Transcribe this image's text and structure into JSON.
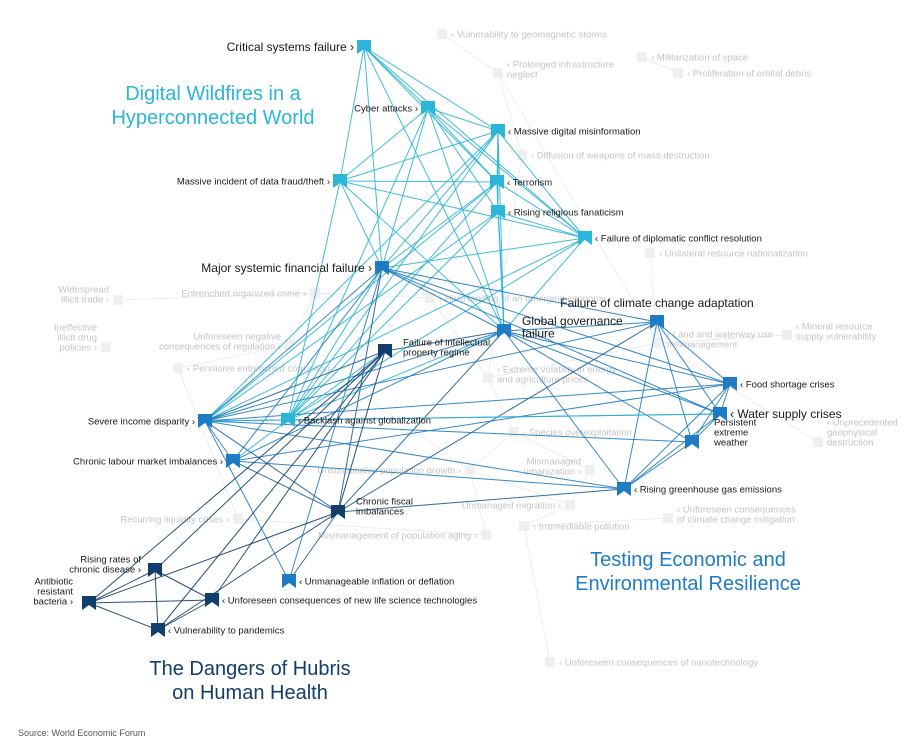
{
  "colors": {
    "digital": "#2bb5d8",
    "economic": "#1f7cc4",
    "health": "#123e6b",
    "faded": "#cfcfcf",
    "faded_text": "#c4c4c4",
    "label": "#1a1a1a"
  },
  "titles": {
    "digital": "Digital Wildfires in a\nHyperconnected World",
    "economic": "Testing Economic and\nEnvironmental Resilience",
    "health": "The Dangers of Hubris\non Human Health"
  },
  "source": "Source: World Economic Forum",
  "nodes": [
    {
      "id": "csf",
      "label": "Critical systems failure",
      "group": "digital",
      "big": true
    },
    {
      "id": "cyb",
      "label": "Cyber attacks",
      "group": "digital"
    },
    {
      "id": "mdm",
      "label": "Massive digital misinformation",
      "group": "digital"
    },
    {
      "id": "fraud",
      "label": "Massive incident of data fraud/theft",
      "group": "digital"
    },
    {
      "id": "terr",
      "label": "Terrorism",
      "group": "digital"
    },
    {
      "id": "relig",
      "label": "Rising religious fanaticism",
      "group": "digital"
    },
    {
      "id": "dipl",
      "label": "Failure of diplomatic conflict resolution",
      "group": "digital"
    },
    {
      "id": "msf",
      "label": "Major systemic financial failure",
      "group": "economic",
      "big": true
    },
    {
      "id": "ggf",
      "label": "Global governance\nfailure",
      "group": "economic",
      "big": true
    },
    {
      "id": "fcca",
      "label": "Failure of climate change adaptation",
      "group": "economic",
      "big": true
    },
    {
      "id": "fip",
      "label": "Failure of intellectual\nproperty regime",
      "group": "health"
    },
    {
      "id": "food",
      "label": "Food shortage crises",
      "group": "economic"
    },
    {
      "id": "water",
      "label": "Water supply crises",
      "group": "economic",
      "big": true
    },
    {
      "id": "pew",
      "label": "Persistent\nextreme\nweather",
      "group": "economic"
    },
    {
      "id": "sid",
      "label": "Severe income disparity",
      "group": "economic"
    },
    {
      "id": "bag",
      "label": "Backlash against globalization",
      "group": "digital"
    },
    {
      "id": "clm",
      "label": "Chronic labour market imbalances",
      "group": "economic"
    },
    {
      "id": "rghg",
      "label": "Rising greenhouse gas emissions",
      "group": "economic"
    },
    {
      "id": "cfi",
      "label": "Chronic fiscal\nimbalances",
      "group": "health"
    },
    {
      "id": "uid",
      "label": "Unmanageable inflation or deflation",
      "group": "economic"
    },
    {
      "id": "rcd",
      "label": "Rising rates of\nchronic disease",
      "group": "health"
    },
    {
      "id": "arb",
      "label": "Antibiotic\nresistant\nbacteria",
      "group": "health"
    },
    {
      "id": "ucl",
      "label": "Unforeseen consequences of new life science technologies",
      "group": "health"
    },
    {
      "id": "vtp",
      "label": "Vulnerability to pandemics",
      "group": "health"
    }
  ],
  "faded_nodes": [
    {
      "label": "Vulnerability to geomagnetic storms"
    },
    {
      "label": "Militarization of space"
    },
    {
      "label": "Proliferation of orbital debris"
    },
    {
      "label": "Prolonged infrastructure\nneglect"
    },
    {
      "label": "Diffusion of weapons of mass destruction"
    },
    {
      "label": "Unilateral resource nationalization"
    },
    {
      "label": "Widespread\nillicit trade"
    },
    {
      "label": "Entrenched organized crime"
    },
    {
      "label": "Ineffective\nillicit drug\npolicies"
    },
    {
      "label": "Unforeseen negative\nconsequences of regulation"
    },
    {
      "label": "Pervasive entrenched corruption"
    },
    {
      "label": "Mineral resource\nsupply vulnerability"
    },
    {
      "label": "Land and waterway use\nmismanagement"
    },
    {
      "label": "Extreme volatility in energy\nand agriculture prices"
    },
    {
      "label": "Unprecedented\ngeophysical\ndestruction"
    },
    {
      "label": "Species overexploitation"
    },
    {
      "label": "Unsustainable population growth"
    },
    {
      "label": "Mismanaged\nurbanization"
    },
    {
      "label": "Unmanaged migration"
    },
    {
      "label": "Irremediable pollution"
    },
    {
      "label": "Recurring liquidity crises"
    },
    {
      "label": "Unforeseen consequences\nof climate change mitigation"
    },
    {
      "label": "Mismanagement of population aging"
    },
    {
      "label": "Unforeseen consequences of nanotechnology"
    },
    {
      "label": "Hard landing of an emerging economy"
    }
  ],
  "edges": [
    [
      "csf",
      "cyb"
    ],
    [
      "csf",
      "mdm"
    ],
    [
      "csf",
      "fraud"
    ],
    [
      "csf",
      "terr"
    ],
    [
      "csf",
      "dipl"
    ],
    [
      "csf",
      "ggf"
    ],
    [
      "csf",
      "msf"
    ],
    [
      "cyb",
      "mdm"
    ],
    [
      "cyb",
      "fraud"
    ],
    [
      "cyb",
      "terr"
    ],
    [
      "cyb",
      "relig"
    ],
    [
      "cyb",
      "dipl"
    ],
    [
      "cyb",
      "msf"
    ],
    [
      "cyb",
      "ggf"
    ],
    [
      "cyb",
      "bag"
    ],
    [
      "mdm",
      "fraud"
    ],
    [
      "mdm",
      "terr"
    ],
    [
      "mdm",
      "relig"
    ],
    [
      "mdm",
      "dipl"
    ],
    [
      "mdm",
      "msf"
    ],
    [
      "mdm",
      "ggf"
    ],
    [
      "mdm",
      "bag"
    ],
    [
      "mdm",
      "sid"
    ],
    [
      "fraud",
      "terr"
    ],
    [
      "fraud",
      "dipl"
    ],
    [
      "fraud",
      "msf"
    ],
    [
      "fraud",
      "ggf"
    ],
    [
      "fraud",
      "bag"
    ],
    [
      "terr",
      "relig"
    ],
    [
      "terr",
      "dipl"
    ],
    [
      "terr",
      "msf"
    ],
    [
      "terr",
      "ggf"
    ],
    [
      "terr",
      "bag"
    ],
    [
      "terr",
      "sid"
    ],
    [
      "relig",
      "dipl"
    ],
    [
      "relig",
      "ggf"
    ],
    [
      "relig",
      "bag"
    ],
    [
      "relig",
      "sid"
    ],
    [
      "dipl",
      "msf"
    ],
    [
      "dipl",
      "ggf"
    ],
    [
      "dipl",
      "bag"
    ],
    [
      "dipl",
      "sid"
    ],
    [
      "msf",
      "ggf"
    ],
    [
      "msf",
      "sid"
    ],
    [
      "msf",
      "bag"
    ],
    [
      "msf",
      "clm"
    ],
    [
      "msf",
      "cfi"
    ],
    [
      "msf",
      "uid"
    ],
    [
      "msf",
      "food"
    ],
    [
      "msf",
      "water"
    ],
    [
      "msf",
      "fcca"
    ],
    [
      "ggf",
      "fcca"
    ],
    [
      "ggf",
      "food"
    ],
    [
      "ggf",
      "water"
    ],
    [
      "ggf",
      "pew"
    ],
    [
      "ggf",
      "rghg"
    ],
    [
      "ggf",
      "sid"
    ],
    [
      "ggf",
      "bag"
    ],
    [
      "ggf",
      "clm"
    ],
    [
      "ggf",
      "cfi"
    ],
    [
      "ggf",
      "fip"
    ],
    [
      "fcca",
      "food"
    ],
    [
      "fcca",
      "water"
    ],
    [
      "fcca",
      "pew"
    ],
    [
      "fcca",
      "rghg"
    ],
    [
      "fcca",
      "sid"
    ],
    [
      "fcca",
      "cfi"
    ],
    [
      "food",
      "water"
    ],
    [
      "food",
      "pew"
    ],
    [
      "food",
      "rghg"
    ],
    [
      "food",
      "sid"
    ],
    [
      "food",
      "clm"
    ],
    [
      "water",
      "pew"
    ],
    [
      "water",
      "rghg"
    ],
    [
      "water",
      "sid"
    ],
    [
      "water",
      "bag"
    ],
    [
      "pew",
      "rghg"
    ],
    [
      "pew",
      "sid"
    ],
    [
      "sid",
      "clm"
    ],
    [
      "sid",
      "bag"
    ],
    [
      "sid",
      "cfi"
    ],
    [
      "sid",
      "uid"
    ],
    [
      "sid",
      "rghg"
    ],
    [
      "bag",
      "clm"
    ],
    [
      "bag",
      "fip"
    ],
    [
      "clm",
      "cfi"
    ],
    [
      "clm",
      "rghg"
    ],
    [
      "cfi",
      "rghg"
    ],
    [
      "cfi",
      "uid"
    ],
    [
      "cfi",
      "fip"
    ],
    [
      "fip",
      "sid"
    ],
    [
      "fip",
      "arb"
    ],
    [
      "fip",
      "rcd"
    ],
    [
      "fip",
      "vtp"
    ],
    [
      "fip",
      "ucl"
    ],
    [
      "rcd",
      "arb"
    ],
    [
      "rcd",
      "ucl"
    ],
    [
      "rcd",
      "vtp"
    ],
    [
      "arb",
      "ucl"
    ],
    [
      "arb",
      "vtp"
    ],
    [
      "arb",
      "cfi"
    ],
    [
      "ucl",
      "vtp"
    ],
    [
      "vtp",
      "cfi"
    ]
  ]
}
